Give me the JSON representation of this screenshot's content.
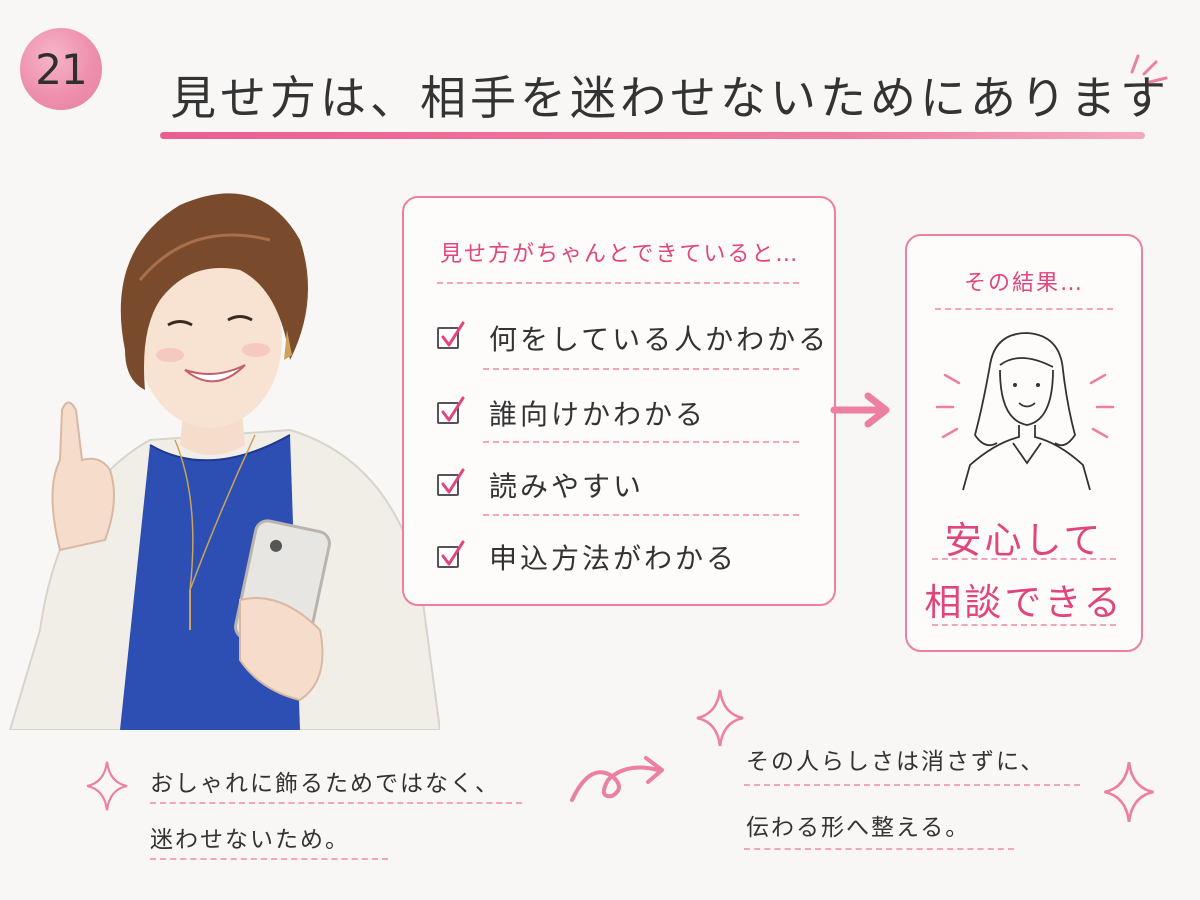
{
  "badge": {
    "number": "21"
  },
  "title": "見せ方は、相手を迷わせないためにあります",
  "card_checklist": {
    "heading": "見せ方がちゃんとできていると…",
    "items": [
      {
        "label": "何をしている人かわかる",
        "checked": true
      },
      {
        "label": "誰向けかわかる",
        "checked": true
      },
      {
        "label": "読みやすい",
        "checked": true
      },
      {
        "label": "申込方法がわかる",
        "checked": true
      }
    ]
  },
  "card_result": {
    "heading": "その結果…",
    "line1": "安心して",
    "line2": "相談できる"
  },
  "bottom_left": {
    "line1": "おしゃれに飾るためではなく、",
    "line2": "迷わせないため。"
  },
  "bottom_right": {
    "line1": "その人らしさは消さずに、",
    "line2": "伝わる形へ整える。"
  },
  "colors": {
    "accent": "#e2457c",
    "accent_light": "#f2a4bc",
    "badge": "#ee8fae",
    "shirt": "#2d4fb4",
    "background": "#f8f7f5"
  },
  "icons": [
    "sparkle-icon",
    "right-arrow-icon",
    "checkbox-icon",
    "swirl-arrow-icon"
  ]
}
